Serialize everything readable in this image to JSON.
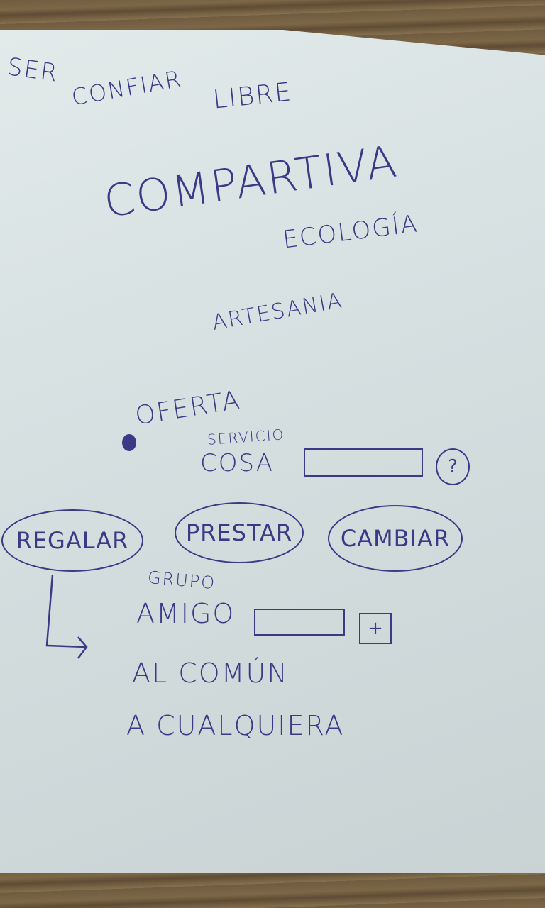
{
  "colors": {
    "ink": "#3b3a86",
    "paper": "#d8e2e3"
  },
  "header_words": [
    "SER",
    "CONFIAR",
    "LIBRE"
  ],
  "title": "COMPARTIVA",
  "categories": [
    "ECOLOGÍA",
    "ARTESANIA"
  ],
  "offer": {
    "label": "OFERTA",
    "type_options": [
      "SERVICIO",
      "COSA"
    ],
    "help_icon": "question-icon",
    "help_label": "?"
  },
  "actions": [
    "REGALAR",
    "PRESTAR",
    "CAMBIAR"
  ],
  "recipients": {
    "options": [
      "GRUPO",
      "AMIGO"
    ],
    "add_icon": "plus-icon",
    "add_label": "+",
    "more": [
      "AL COMÚN",
      "A CUALQUIERA"
    ]
  }
}
